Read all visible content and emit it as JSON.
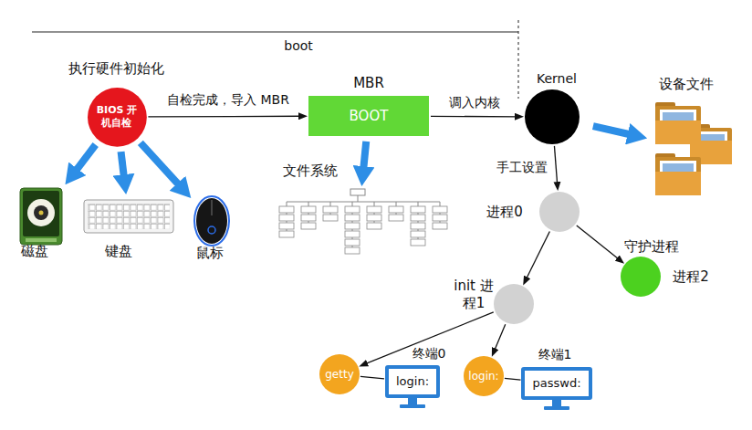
{
  "diagram": {
    "nodes": [
      {
        "text": [
          "执行硬件初始化",
          "BIOS 开机自检"
        ]
      },
      {
        "text": [
          "磁盘"
        ]
      },
      {
        "text": [
          "键盘"
        ]
      },
      {
        "text": [
          "鼠标"
        ]
      },
      {
        "text": [
          "MBR",
          "BOOT"
        ]
      },
      {
        "text": [
          "文件系统"
        ]
      },
      {
        "text": [
          "Kernel"
        ]
      },
      {
        "text": [
          "设备文件"
        ]
      },
      {
        "text": [
          "进程0"
        ]
      },
      {
        "text": [
          "守护进程",
          "进程2"
        ]
      },
      {
        "text": [
          "init 进程1"
        ]
      },
      {
        "text": [
          "getty"
        ]
      },
      {
        "text": [
          "终端0",
          "login:"
        ]
      },
      {
        "text": [
          "login:"
        ]
      },
      {
        "text": [
          "终端1",
          "passwd:"
        ]
      }
    ],
    "edges": [
      {
        "from": 0,
        "to": 1,
        "arrow": "to"
      },
      {
        "from": 0,
        "to": 2,
        "arrow": "to"
      },
      {
        "from": 0,
        "to": 3,
        "arrow": "to"
      },
      {
        "from": 0,
        "to": 4,
        "label": "自检完成，导入 MBR",
        "arrow": "to"
      },
      {
        "from": 4,
        "to": 5,
        "arrow": "to"
      },
      {
        "from": 4,
        "to": 6,
        "label": "调入内核",
        "arrow": "to"
      },
      {
        "from": 6,
        "to": 7,
        "arrow": "to"
      },
      {
        "from": 6,
        "to": 8,
        "label": "手工设置",
        "arrow": "to"
      },
      {
        "from": 8,
        "to": 10,
        "arrow": "to"
      },
      {
        "from": 8,
        "to": 9,
        "arrow": "to"
      },
      {
        "from": 10,
        "to": 11,
        "arrow": "to"
      },
      {
        "from": 10,
        "to": 13,
        "arrow": "to"
      },
      {
        "from": 11,
        "to": 12,
        "arrow": "none"
      },
      {
        "from": 13,
        "to": 14,
        "arrow": "none"
      }
    ],
    "labels": [
      "boot"
    ]
  }
}
